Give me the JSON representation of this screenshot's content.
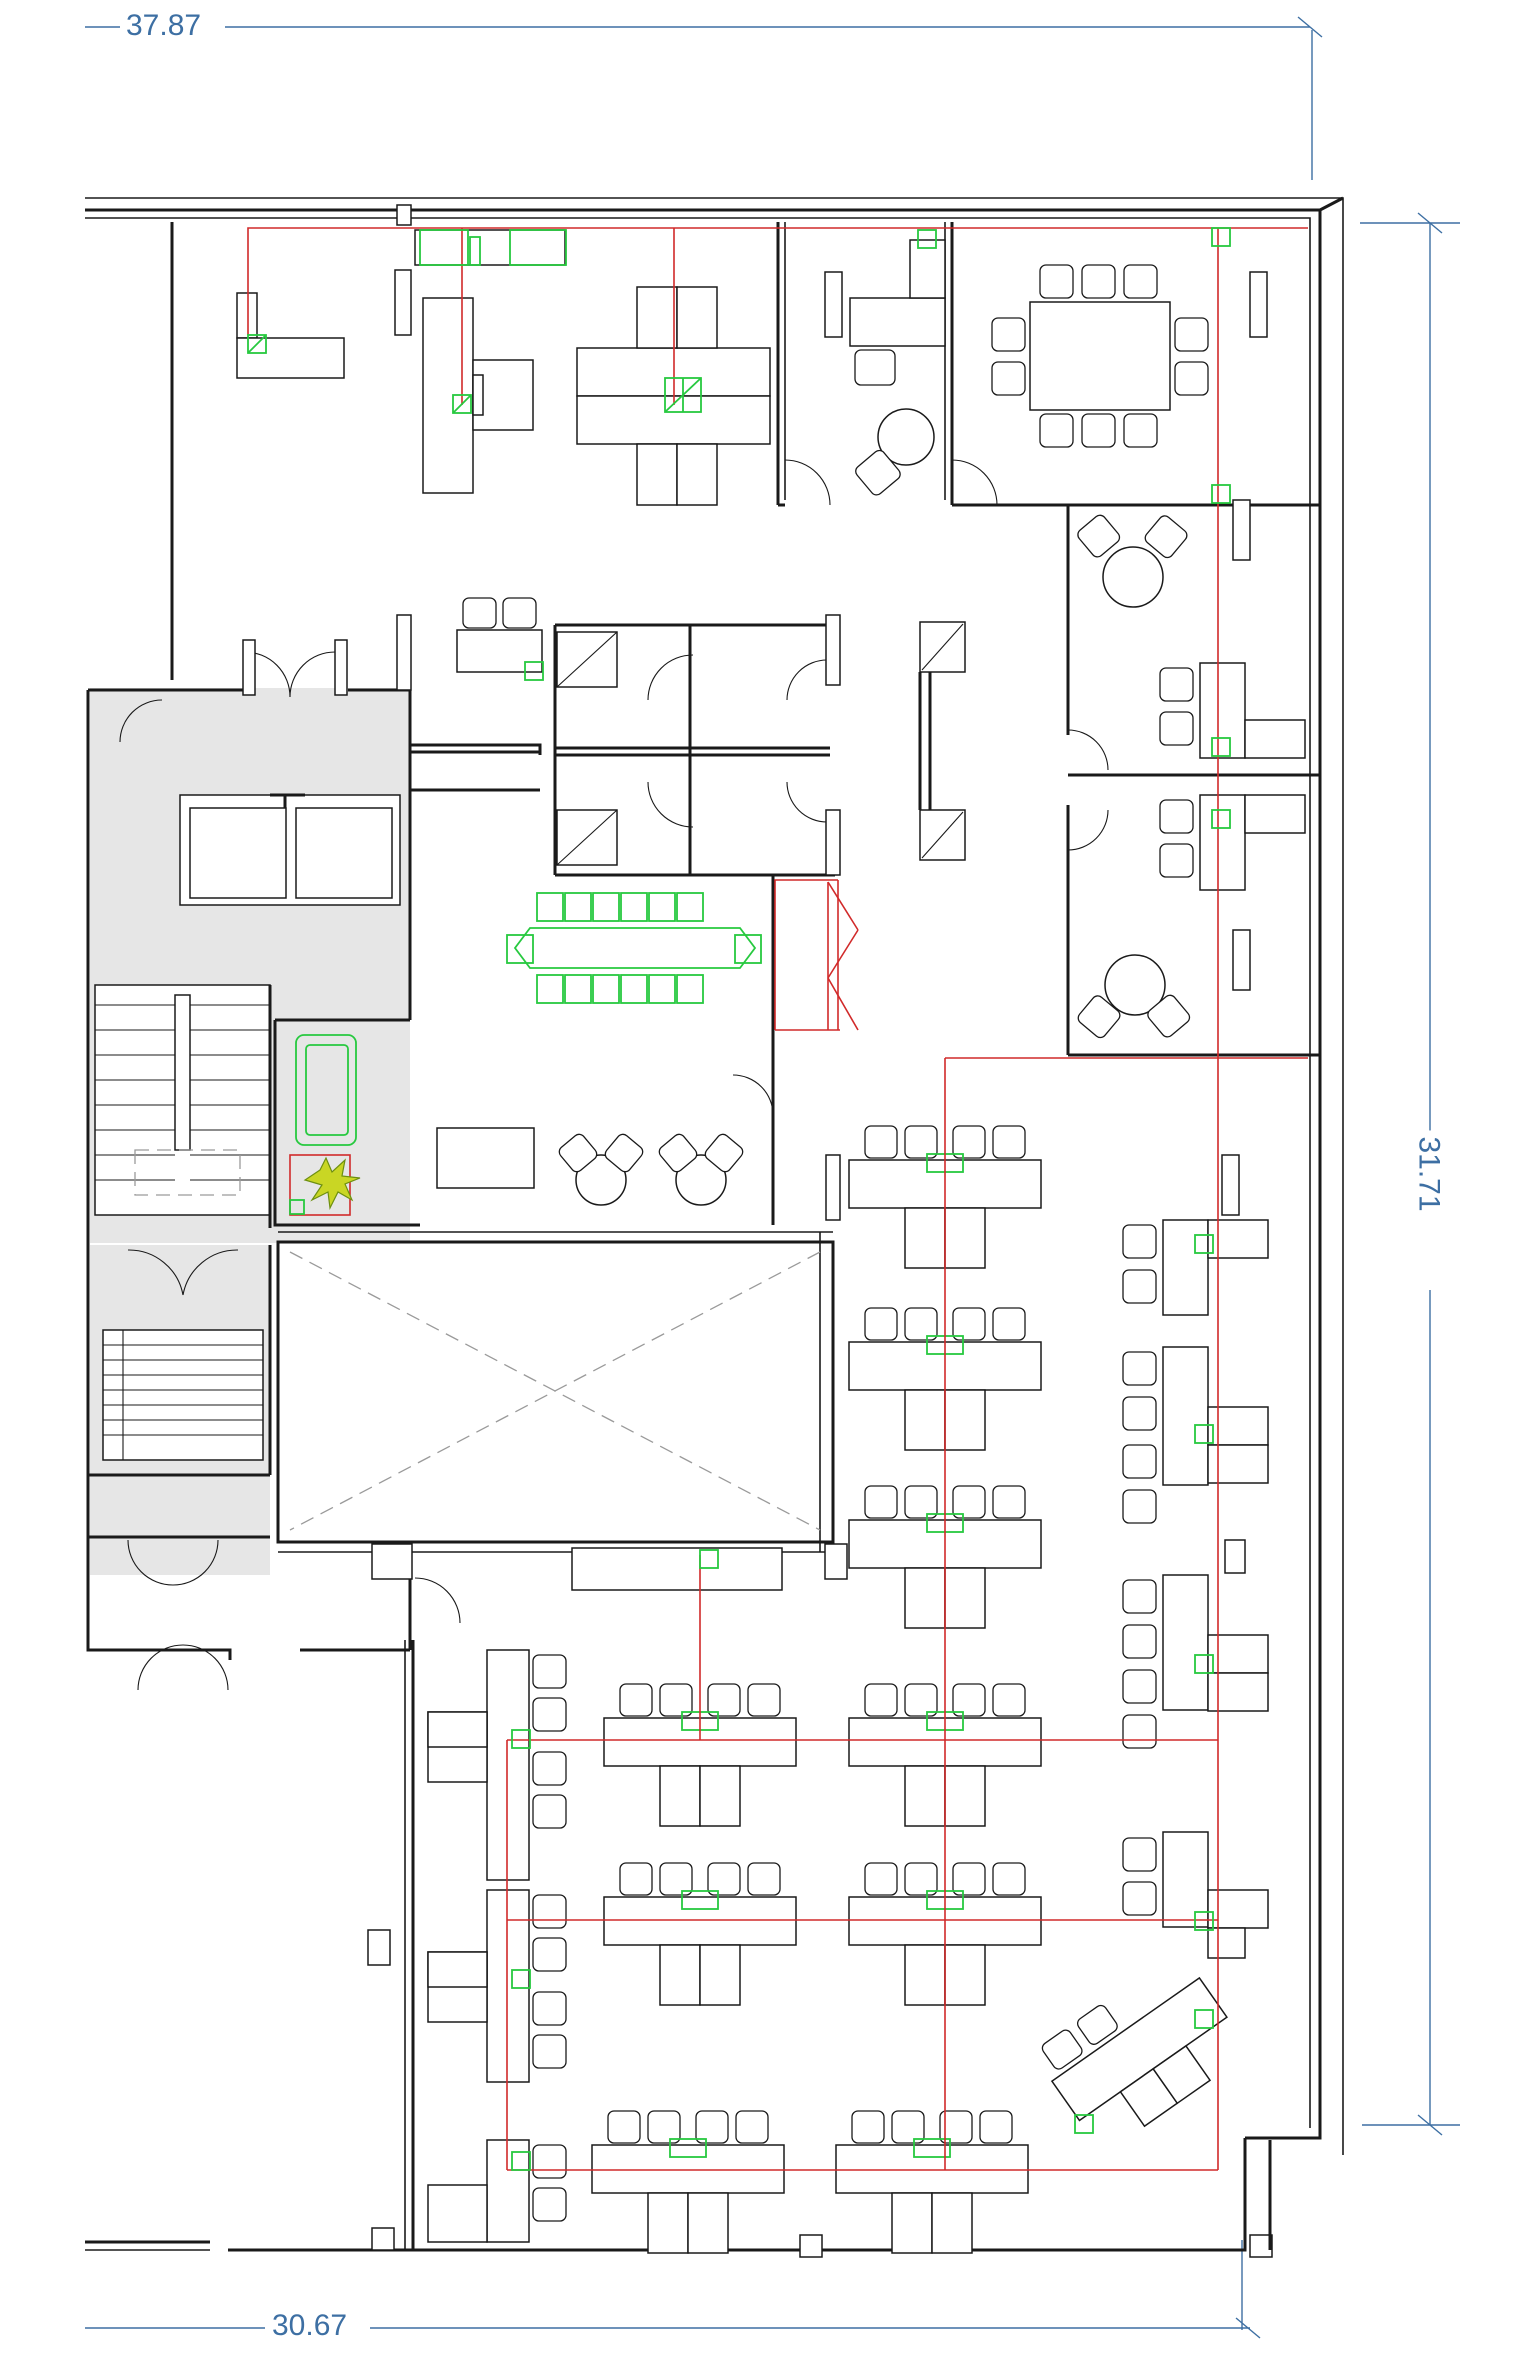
{
  "dimensions": {
    "top": "37.87",
    "right": "31.71",
    "bottom": "30.67"
  },
  "colors": {
    "walls": "#1a1a1a",
    "dimension_lines": "#3d6fa3",
    "power_layout": "#d12a2a",
    "outlets_and_lounge": "#27c93f",
    "core_fill": "#e6e6e6"
  }
}
